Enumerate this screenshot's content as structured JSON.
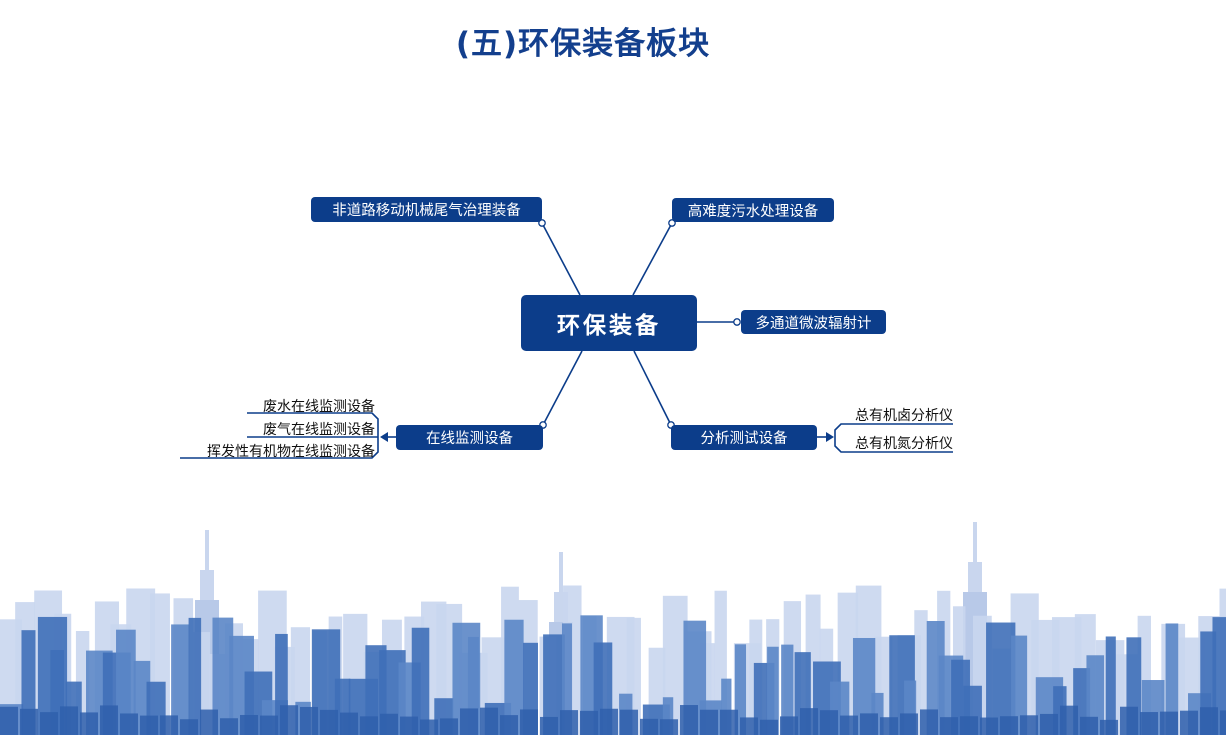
{
  "title": "(五)环保装备板块",
  "center": "环保装备",
  "branches": {
    "top_left": "非道路移动机械尾气治理装备",
    "top_right": "高难度污水处理设备",
    "right": "多通道微波辐射计",
    "bottom_left": "在线监测设备",
    "bottom_right": "分析测试设备"
  },
  "online_monitoring_items": [
    "废水在线监测设备",
    "废气在线监测设备",
    "挥发性有机物在线监测设备"
  ],
  "analysis_items": [
    "总有机卤分析仪",
    "总有机氮分析仪"
  ],
  "colors": {
    "primary": "#0c3d8a",
    "title": "#133f8d",
    "skyline_dark": "#3f6fb8",
    "skyline_light": "#c9d6ee"
  }
}
